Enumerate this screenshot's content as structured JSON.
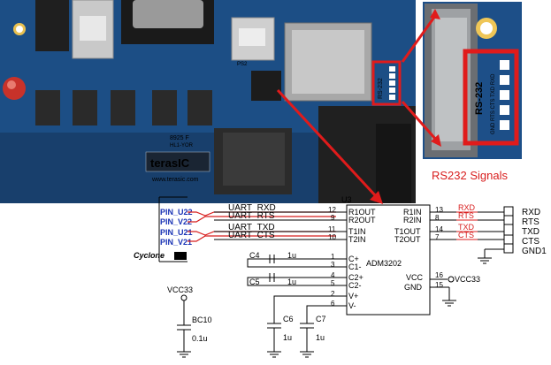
{
  "photo": {
    "board_brand": "terasIC",
    "board_url": "www.terasic.com",
    "board_code": "8925 F",
    "board_code2": "HL1-YOR",
    "ps2_label": "PS2",
    "rs232_silk": "RS-232",
    "rs232_pins_silk": "GND RTS CTS TXD RXD",
    "callout_label": "RS232 Signals"
  },
  "schematic": {
    "fpga_pins": [
      "PIN_U22",
      "PIN_V22",
      "PIN_U21",
      "PIN_V21"
    ],
    "fpga_logo": "Cyclone",
    "fpga_logo_suffix": "III",
    "nets_left": [
      "UART_RXD",
      "UART_RTS",
      "UART_TXD",
      "UART_CTS"
    ],
    "chip_ref": "U3",
    "chip_name": "ADM3202",
    "left_pin_numbers": [
      "12",
      "9",
      "11",
      "10",
      "1",
      "3",
      "4",
      "5",
      "2",
      "6"
    ],
    "left_pin_names": [
      "R1OUT",
      "R2OUT",
      "T1IN",
      "T2IN",
      "C+",
      "C1-",
      "C2+",
      "C2-",
      "V+",
      "V-"
    ],
    "right_pin_names": [
      "R1IN",
      "R2IN",
      "T1OUT",
      "T2OUT",
      "VCC",
      "GND"
    ],
    "right_pin_numbers": [
      "13",
      "8",
      "14",
      "7",
      "16",
      "15"
    ],
    "nets_right": [
      "RXD",
      "RTS",
      "TXD",
      "CTS"
    ],
    "connector_labels": [
      "RXD",
      "RTS",
      "TXD",
      "CTS",
      "GND1"
    ],
    "vcc_label": "VCC33",
    "caps": [
      {
        "ref": "C4",
        "value": "1u"
      },
      {
        "ref": "C5",
        "value": "1u"
      },
      {
        "ref": "C6",
        "value": "1u"
      },
      {
        "ref": "C7",
        "value": "1u"
      },
      {
        "ref": "BC10",
        "value": "0.1u"
      }
    ],
    "bc10_supply": "VCC33"
  },
  "colors": {
    "net_red": "#d81e1e",
    "pin_blue": "#1a33b5",
    "board_blue": "#1b4f86",
    "highlight": "#e01b1b"
  }
}
